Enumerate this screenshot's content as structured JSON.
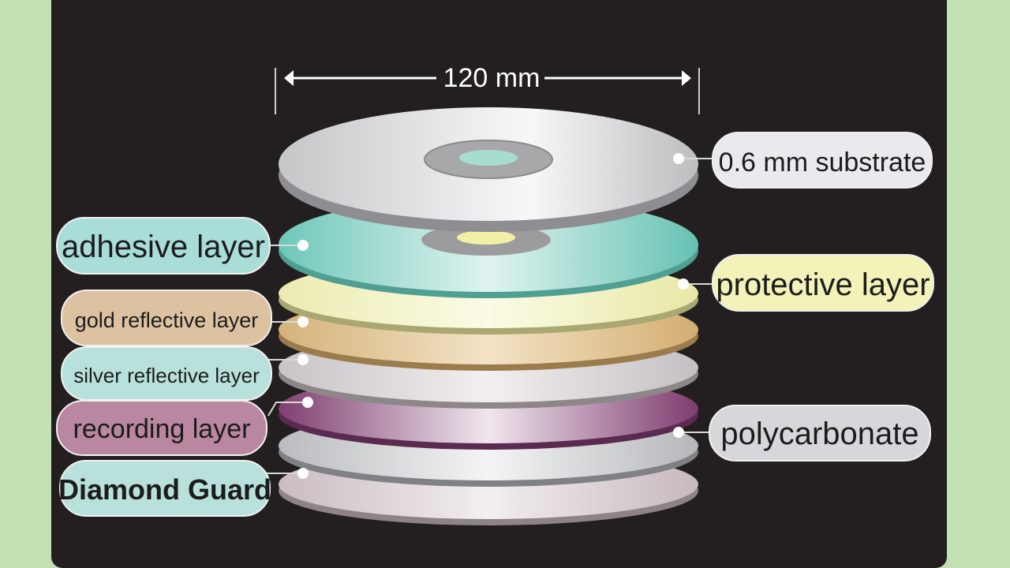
{
  "dimension": {
    "text": "120 mm"
  },
  "labels": {
    "substrate": "0.6 mm substrate",
    "adhesive": "adhesive layer",
    "protective": "protective layer",
    "gold": "gold reflective layer",
    "silver": "silver reflective layer",
    "recording": "recording layer",
    "polycarbonate": "polycarbonate",
    "diamond": "Diamond Guard"
  },
  "colors": {
    "background": "#c2e0b4",
    "panel": "#231f20",
    "substrate": "#d9d9db",
    "adhesive": "#8fd3c7",
    "protective": "#f3f4c4",
    "gold": "#e3c592",
    "silver": "#d8d4d6",
    "recording": "#9e5a8e",
    "polycarbonate": "#d4d6d8",
    "diamond": "#dcd2d6"
  }
}
